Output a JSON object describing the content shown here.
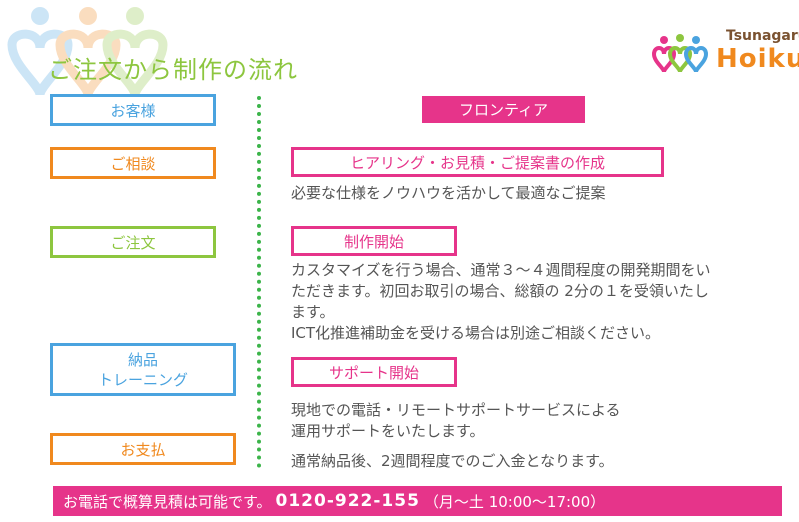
{
  "page": {
    "title": "ご注文から制作の流れ"
  },
  "logo": {
    "sub": "Tsunagaru",
    "main": "Hoiku"
  },
  "customer": {
    "header": "お客様",
    "steps": [
      {
        "label": "ご相談"
      },
      {
        "label": "ご注文"
      },
      {
        "label_line1": "納品",
        "label_line2": "トレーニング"
      },
      {
        "label": "お支払"
      }
    ]
  },
  "frontier": {
    "header": "フロンティア",
    "steps": [
      {
        "label": "ヒアリング・お見積・ご提案書の作成",
        "desc": "必要な仕様をノウハウを活かして最適なご提案"
      },
      {
        "label": "制作開始",
        "desc_line1": "カスタマイズを行う場合、通常３～４週間程度の開発期間をい",
        "desc_line2": "ただきます。初回お取引の場合、総額の 2分の１を受領いたし",
        "desc_line3": "ます。",
        "desc_line4": "ICT化推進補助金を受ける場合は別途ご相談ください。"
      },
      {
        "label": "サポート開始",
        "desc_line1": "現地での電話・リモートサポートサービスによる",
        "desc_line2": "運用サポートをいたします。"
      }
    ],
    "payment_desc": "通常納品後、2週間程度でのご入金となります。"
  },
  "footer": {
    "lead": "お電話で概算見積は可能です。",
    "phone": "0120-922-155",
    "hours": "（月～土 10:00～17:00）"
  },
  "colors": {
    "pink": "#e6348a",
    "blue": "#4aa3df",
    "orange": "#f0891e",
    "green": "#8dc63f",
    "dots": "#3cb44a"
  }
}
